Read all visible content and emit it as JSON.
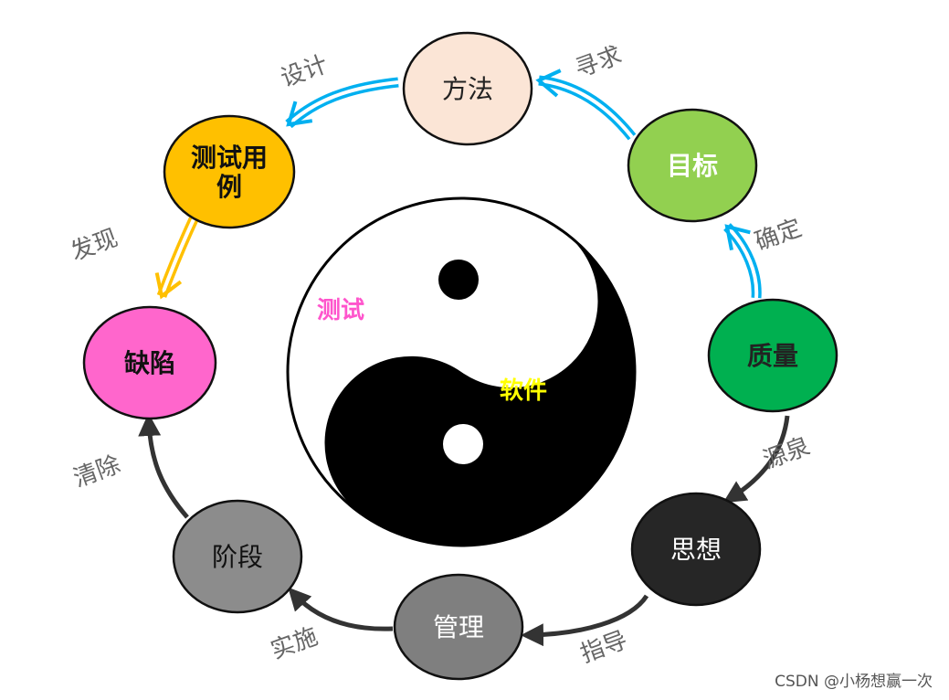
{
  "center": {
    "label_yin": "测试",
    "label_yang": "软件",
    "label_yin_color": "#ff55cc",
    "label_yang_color": "#ffff00"
  },
  "nodes": [
    {
      "id": "fangfa",
      "label": "方法",
      "fill": "#fbe5d6",
      "text_color": "#222222",
      "bold": false
    },
    {
      "id": "mubiao",
      "label": "目标",
      "fill": "#92d050",
      "text_color": "#ffffff",
      "bold": true
    },
    {
      "id": "zhiliang",
      "label": "质量",
      "fill": "#00b050",
      "text_color": "#222222",
      "bold": true
    },
    {
      "id": "sixiang",
      "label": "思想",
      "fill": "#262626",
      "text_color": "#ffffff",
      "bold": false
    },
    {
      "id": "guanli",
      "label": "管理",
      "fill": "#7f7f7f",
      "text_color": "#ffffff",
      "bold": false
    },
    {
      "id": "jieduan",
      "label": "阶段",
      "fill": "#8c8c8c",
      "text_color": "#111111",
      "bold": false
    },
    {
      "id": "quexian",
      "label": "缺陷",
      "fill": "#ff66cc",
      "text_color": "#111111",
      "bold": true
    },
    {
      "id": "yongli",
      "label": [
        "测试用",
        "例"
      ],
      "fill": "#ffc000",
      "text_color": "#111111",
      "bold": true
    }
  ],
  "edges": [
    {
      "from": "zhiliang",
      "to": "mubiao",
      "label": "确定",
      "style": "double",
      "color": "#00b0f0"
    },
    {
      "from": "mubiao",
      "to": "fangfa",
      "label": "寻求",
      "style": "double",
      "color": "#00b0f0"
    },
    {
      "from": "fangfa",
      "to": "yongli",
      "label": "设计",
      "style": "double",
      "color": "#00b0f0"
    },
    {
      "from": "yongli",
      "to": "quexian",
      "label": "发现",
      "style": "double",
      "color": "#ffc000"
    },
    {
      "from": "jieduan",
      "to": "quexian",
      "label": "清除",
      "style": "single",
      "color": "#333333"
    },
    {
      "from": "guanli",
      "to": "jieduan",
      "label": "实施",
      "style": "single",
      "color": "#333333"
    },
    {
      "from": "sixiang",
      "to": "guanli",
      "label": "指导",
      "style": "single",
      "color": "#333333"
    },
    {
      "from": "zhiliang",
      "to": "sixiang",
      "label": "源泉",
      "style": "single",
      "color": "#333333"
    }
  ],
  "edge_label_color": "#666666",
  "watermark": "CSDN @小杨想赢一次"
}
